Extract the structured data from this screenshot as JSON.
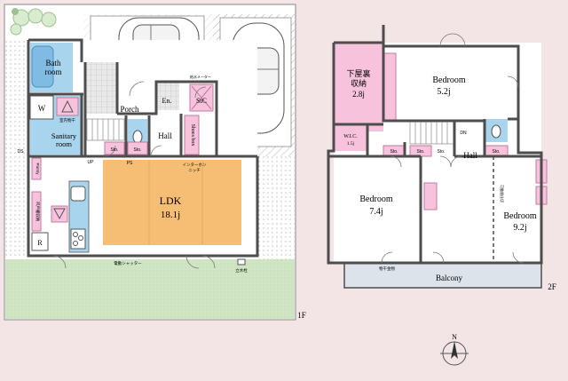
{
  "floor1": {
    "label": "1F",
    "rooms": {
      "bath": [
        "Bath",
        "room"
      ],
      "washer": "W",
      "indoor_dry": "室内物干",
      "sanitary": [
        "Sanitary",
        "room"
      ],
      "porch": "Porch",
      "entrance": "En.",
      "storage_cl": "StC",
      "sto1": "Sto.",
      "sto2": "Sto.",
      "shoes_box": "Shoes box",
      "hall": "Hall",
      "pantry": "Pantry",
      "ldk": "LDK",
      "ldk_size": "18.1j",
      "fridge": "R",
      "glass_cabinet": "吊戸棚収納",
      "interphone": "インターホン",
      "niche": "ニッチ",
      "shutter": "電動シャッター",
      "fencing": "立水栓",
      "ps": "PS",
      "up": "UP",
      "ds": "DS",
      "meter": "給水メーター"
    }
  },
  "floor2": {
    "label": "2F",
    "rooms": {
      "attic": [
        "下屋裏",
        "収納"
      ],
      "attic_size": "2.8j",
      "bed_ne": "Bedroom",
      "bed_ne_size": "5.2j",
      "wic": "W.I.C.",
      "wic_size": "1.5j",
      "sto1": "Sto.",
      "sto2": "Sto.",
      "sto3": "Sto.",
      "sto4": "Sto.",
      "dn": "DN",
      "hall": "Hall",
      "bed_w": "Bedroom",
      "bed_w_size": "7.4j",
      "bed_e": "Bedroom",
      "bed_e_size": "9.2j",
      "balcony": "Balcony",
      "divider": "可動間仕切",
      "hanger": "物干金物"
    }
  },
  "compass": {
    "north": "N"
  },
  "colors": {
    "background": "#f3e4e6",
    "ldk": "#f6be74",
    "wet_area": "#a9d4ee",
    "storage": "#f7c2dc",
    "wall": "#4d4d4d",
    "lawn": "#cfe5c3"
  }
}
